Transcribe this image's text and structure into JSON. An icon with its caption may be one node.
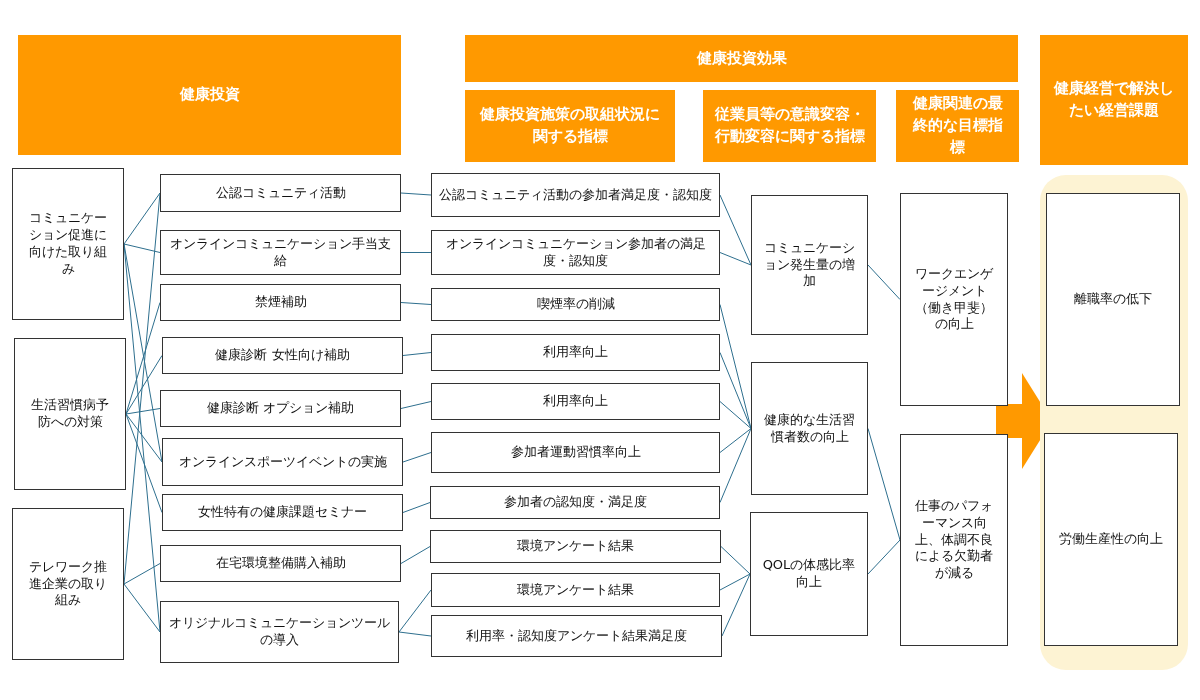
{
  "diagram": {
    "nodes": [
      {
        "text": [
          "健康投資"
        ]
      },
      {
        "text": [
          "健康投資効果"
        ]
      },
      {
        "text": [
          "健康投資施策の取組状況に関する指標"
        ]
      },
      {
        "text": [
          "従業員等の意識変容・行動変容に関する指標"
        ]
      },
      {
        "text": [
          "健康関連の最終的な目標指標"
        ]
      },
      {
        "text": [
          "健康経営で解決したい経営課題"
        ]
      },
      {
        "text": [
          "コミュニケーション促進に向けた取り組み"
        ]
      },
      {
        "text": [
          "生活習慣病予防への対策"
        ]
      },
      {
        "text": [
          "テレワーク推進企業の取り組み"
        ]
      },
      {
        "text": [
          "公認コミュニティ活動"
        ]
      },
      {
        "text": [
          "オンラインコミュニケーション手当支給"
        ]
      },
      {
        "text": [
          "禁煙補助"
        ]
      },
      {
        "text": [
          "健康診断 女性向け補助"
        ]
      },
      {
        "text": [
          "健康診断 オプション補助"
        ]
      },
      {
        "text": [
          "オンラインスポーツイベントの実施"
        ]
      },
      {
        "text": [
          "女性特有の健康課題セミナー"
        ]
      },
      {
        "text": [
          "在宅環境整備購入補助"
        ]
      },
      {
        "text": [
          "オリジナルコミュニケーションツールの導入"
        ]
      },
      {
        "text": [
          "公認コミュニティ活動の参加者満足度・認知度"
        ]
      },
      {
        "text": [
          "オンラインコミュニケーション参加者の満足度・認知度"
        ]
      },
      {
        "text": [
          "喫煙率の削減"
        ]
      },
      {
        "text": [
          "利用率向上"
        ]
      },
      {
        "text": [
          "利用率向上"
        ]
      },
      {
        "text": [
          "参加者運動習慣率向上"
        ]
      },
      {
        "text": [
          "参加者の認知度・満足度"
        ]
      },
      {
        "text": [
          "環境アンケート結果"
        ]
      },
      {
        "text": [
          "環境アンケート結果"
        ]
      },
      {
        "text": [
          "利用率・認知度アンケート結果満足度"
        ]
      },
      {
        "text": [
          "コミュニケーション発生量の増加"
        ]
      },
      {
        "text": [
          "健康的な生活習慣者数の向上"
        ]
      },
      {
        "text": [
          "QOLの体感比率向上"
        ]
      },
      {
        "text": [
          "ワークエンゲージメント（働き甲斐）の向上"
        ]
      },
      {
        "text": [
          "仕事のパフォーマンス向上、体調不良による欠勤者が減る"
        ]
      },
      {
        "text": [],
        "shape": "box"
      },
      {
        "text": [
          "離職率の低下"
        ],
        "in": 33
      },
      {
        "text": [
          "労働生産性の向上"
        ],
        "in": 33
      }
    ],
    "edges": [
      {
        "from": 6,
        "to": 9,
        "arrow": "none"
      },
      {
        "from": 6,
        "to": 10,
        "arrow": "none"
      },
      {
        "from": 6,
        "to": 14,
        "arrow": "none"
      },
      {
        "from": 6,
        "to": 17,
        "arrow": "none"
      },
      {
        "from": 7,
        "to": 11,
        "arrow": "none"
      },
      {
        "from": 7,
        "to": 12,
        "arrow": "none"
      },
      {
        "from": 7,
        "to": 13,
        "arrow": "none"
      },
      {
        "from": 7,
        "to": 14,
        "arrow": "none"
      },
      {
        "from": 7,
        "to": 15,
        "arrow": "none"
      },
      {
        "from": 8,
        "to": 9,
        "arrow": "none"
      },
      {
        "from": 8,
        "to": 16,
        "arrow": "none"
      },
      {
        "from": 8,
        "to": 17,
        "arrow": "none"
      },
      {
        "from": 9,
        "to": 18,
        "arrow": "none"
      },
      {
        "from": 10,
        "to": 19,
        "arrow": "none"
      },
      {
        "from": 11,
        "to": 20,
        "arrow": "none"
      },
      {
        "from": 12,
        "to": 21,
        "arrow": "none"
      },
      {
        "from": 13,
        "to": 22,
        "arrow": "none"
      },
      {
        "from": 14,
        "to": 23,
        "arrow": "none"
      },
      {
        "from": 15,
        "to": 24,
        "arrow": "none"
      },
      {
        "from": 16,
        "to": 25,
        "arrow": "none"
      },
      {
        "from": 17,
        "to": 26,
        "arrow": "none"
      },
      {
        "from": 17,
        "to": 27,
        "arrow": "none"
      },
      {
        "from": 18,
        "to": 28,
        "arrow": "none"
      },
      {
        "from": 19,
        "to": 28,
        "arrow": "none"
      },
      {
        "from": 20,
        "to": 29,
        "arrow": "none"
      },
      {
        "from": 21,
        "to": 29,
        "arrow": "none"
      },
      {
        "from": 22,
        "to": 29,
        "arrow": "none"
      },
      {
        "from": 23,
        "to": 29,
        "arrow": "none"
      },
      {
        "from": 24,
        "to": 29,
        "arrow": "none"
      },
      {
        "from": 25,
        "to": 30,
        "arrow": "none"
      },
      {
        "from": 26,
        "to": 30,
        "arrow": "none"
      },
      {
        "from": 27,
        "to": 30,
        "arrow": "none"
      },
      {
        "from": 28,
        "to": 31,
        "arrow": "none"
      },
      {
        "from": 29,
        "to": 32,
        "arrow": "none"
      },
      {
        "from": 30,
        "to": 32,
        "arrow": "none"
      },
      {
        "from": 32,
        "to": 33,
        "arrow": "to",
        "style": "thick",
        "color": "#ff9900"
      }
    ]
  }
}
